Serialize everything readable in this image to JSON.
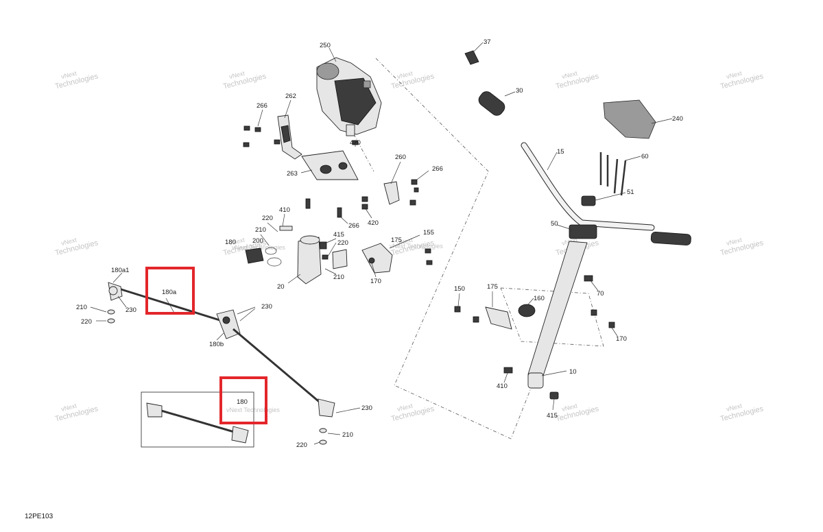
{
  "diagram": {
    "code": "12PE103",
    "watermark_line1": "vNext",
    "watermark_line2": "Technologies",
    "watermark_inline": "vNext Technologies",
    "colors": {
      "highlight": "#e3262b",
      "ink": "#222222",
      "watermark": "#c4c4c4"
    },
    "callouts": [
      "250",
      "262",
      "266",
      "420",
      "260",
      "266",
      "263",
      "410",
      "420",
      "266",
      "220",
      "210",
      "180",
      "200",
      "415",
      "220",
      "175",
      "155",
      "170",
      "210",
      "20",
      "180a1",
      "180a",
      "210",
      "230",
      "220",
      "230",
      "180b",
      "180",
      "230",
      "210",
      "220",
      "37",
      "30",
      "240",
      "15",
      "60",
      "51",
      "50",
      "70",
      "150",
      "175",
      "160",
      "170",
      "10",
      "410",
      "415"
    ]
  }
}
